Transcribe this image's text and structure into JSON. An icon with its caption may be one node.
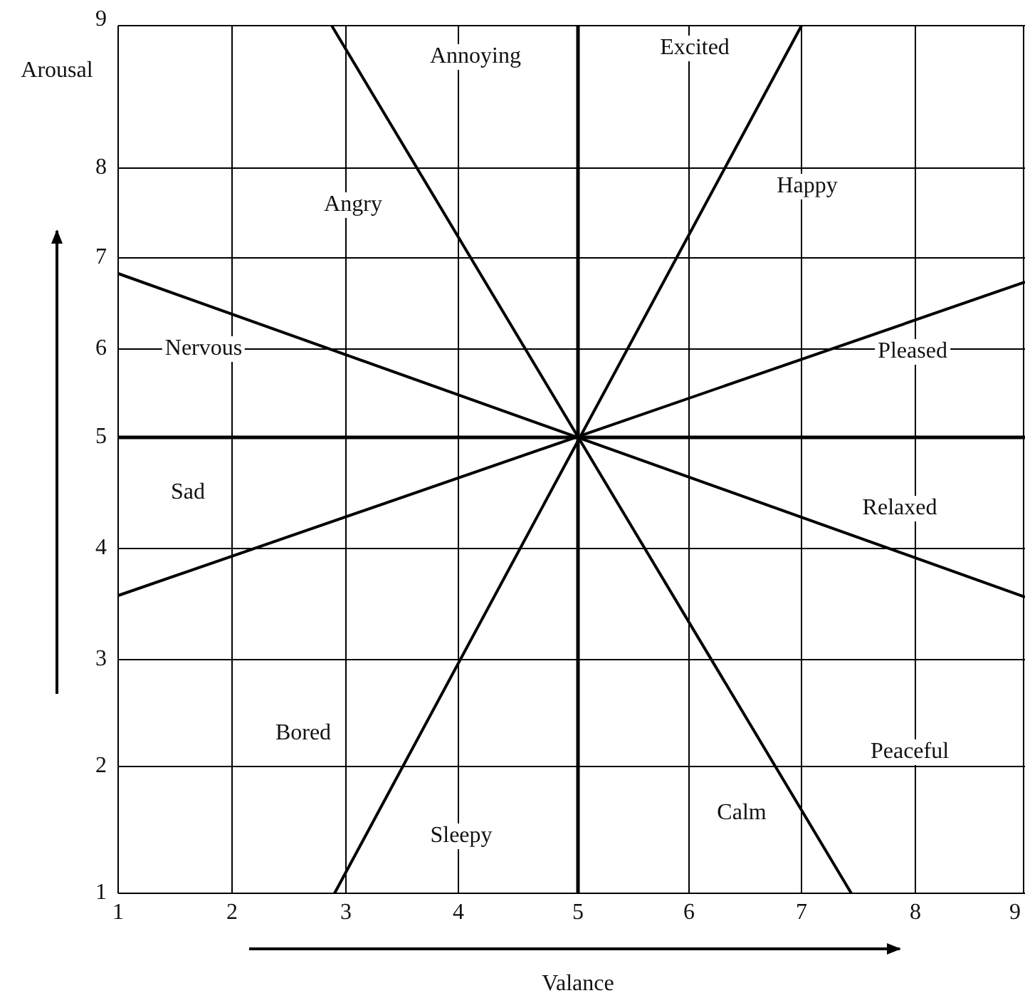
{
  "diagram": {
    "labels": [
      "9",
      "Arousal",
      "8",
      "7",
      "6",
      "5",
      "4",
      "3",
      "2",
      "1",
      "1",
      "2",
      "3",
      "4",
      "5",
      "6",
      "7",
      "8",
      "9",
      "Valance",
      "Annoying",
      "Excited",
      "Angry",
      "Happy",
      "Nervous",
      "Pleased",
      "Sad",
      "Relaxed",
      "Bored",
      "Peaceful",
      "Sleepy",
      "Calm"
    ]
  }
}
